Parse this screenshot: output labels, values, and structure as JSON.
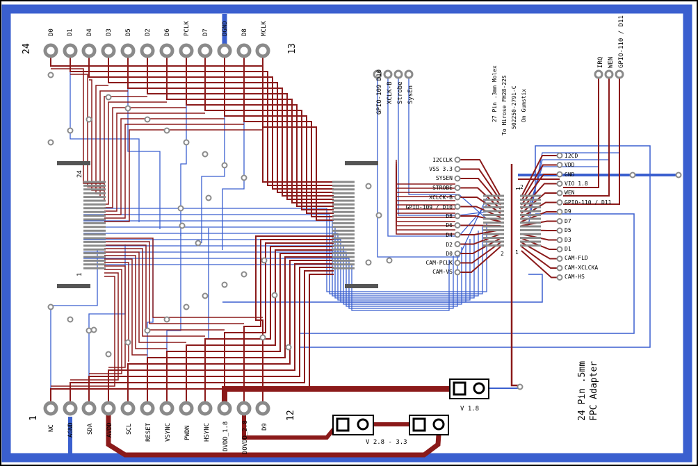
{
  "colors": {
    "background": "#ffffff",
    "border": "#3a5fcf",
    "outline": "#000000",
    "trace_top": "#8b1a1a",
    "trace_bottom": "#3a5fcf",
    "pad": "#8a8a8a"
  },
  "header": {
    "pin_24": "24",
    "pin_13": "13",
    "pin_1": "1",
    "pin_12": "12"
  },
  "top_pins": [
    "D0",
    "D1",
    "D4",
    "D3",
    "D5",
    "D2",
    "D6",
    "PCLK",
    "D7",
    "DGND",
    "D8",
    "MCLK"
  ],
  "bottom_pins": [
    "NC",
    "AGND",
    "SDA",
    "AVDD",
    "SCL",
    "RESET",
    "VSYNC",
    "PWDN",
    "HSYNC",
    "DVDD_1.8",
    "DOVDD_2.8",
    "D9"
  ],
  "fpc": {
    "label_24": "24",
    "label_1": "1"
  },
  "mid_pins": [
    "GPIO-109 D10",
    "XCLK-B",
    "Strobe",
    "SysEn"
  ],
  "right_top_pins": [
    "IRQ",
    "WEN",
    "GPIO-110 / D11"
  ],
  "note": {
    "line1": "27 Pin .3mm Molex",
    "line2": "To Hirose FH28-22S",
    "line3": "502250-2791-C",
    "line4": "On Gumstix"
  },
  "connector_left_labels": [
    "I2CCLK",
    "VSS 3.3",
    "SYSEN",
    "STROBE",
    "XCLCK-B",
    "GPIO-109 / D10",
    "D8",
    "D6",
    "D4",
    "D2",
    "D0",
    "CAM-PCLK",
    "CAM-VS"
  ],
  "connector_right_labels": [
    "I2CD",
    "VDD",
    "GND",
    "VIO 1.8",
    "WEN",
    "GPIO-110 / D11",
    "D9",
    "D7",
    "D5",
    "D3",
    "D1",
    "CAM-FLD",
    "CAM-XCLCKA",
    "CAM-HS"
  ],
  "connector_pin_marks": {
    "left_top": "1",
    "right_top": "2",
    "left_bottom": "2",
    "right_bottom": "1"
  },
  "jumpers": {
    "v18": "V 1.8",
    "v28": "V 2.8 - 3.3"
  },
  "title": {
    "line1": "24 Pin .5mm",
    "line2": "FPC Adapter"
  }
}
